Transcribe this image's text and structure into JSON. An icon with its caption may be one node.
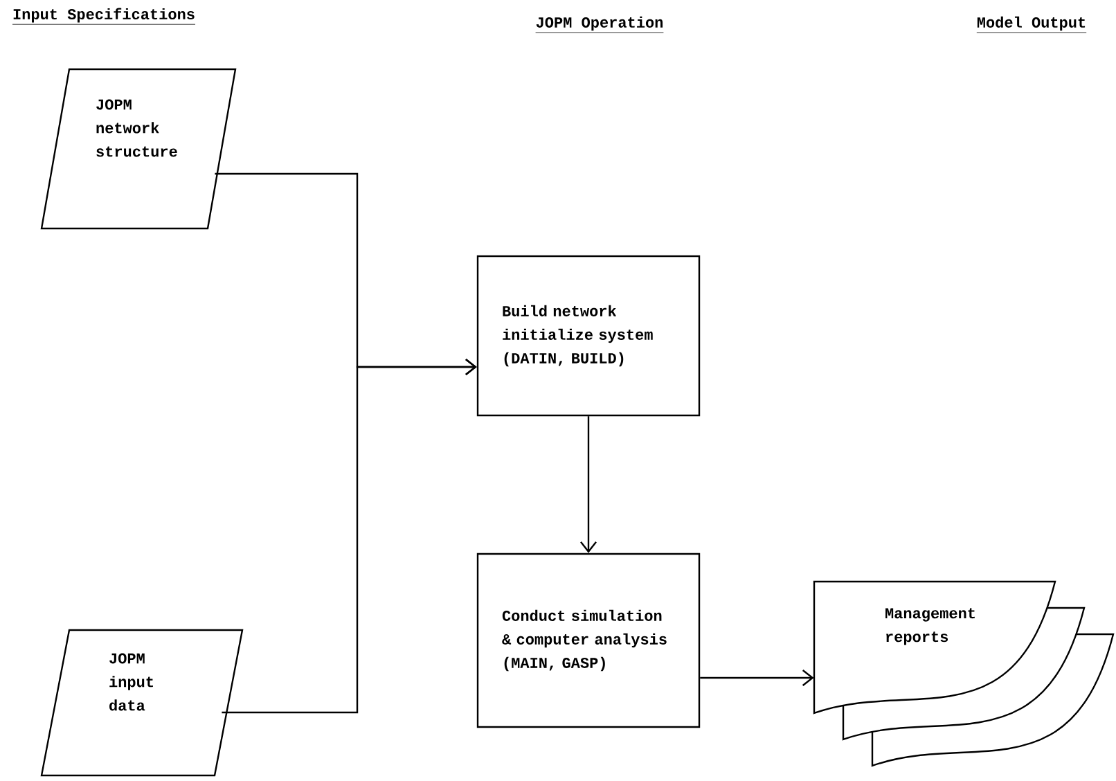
{
  "diagram": {
    "nodes": [
      {
        "text": [
          "JOPM network structure"
        ]
      },
      {
        "text": [
          "JOPM input data"
        ]
      },
      {
        "text": [
          "Build network initialize system (DATIN, BUILD)"
        ]
      },
      {
        "text": [
          "Conduct simulation & computer analysis (MAIN, GASP)"
        ]
      },
      {
        "text": [
          "Management reports"
        ]
      }
    ],
    "edges": [
      {
        "from": 0,
        "to": 2,
        "arrow": "to"
      },
      {
        "from": 1,
        "to": 2,
        "arrow": "to"
      },
      {
        "from": 2,
        "to": 3,
        "arrow": "to"
      },
      {
        "from": 3,
        "to": 4,
        "arrow": "to"
      }
    ],
    "labels": [
      "Input Specifications",
      "JOPM Operation",
      "Model Output"
    ]
  }
}
